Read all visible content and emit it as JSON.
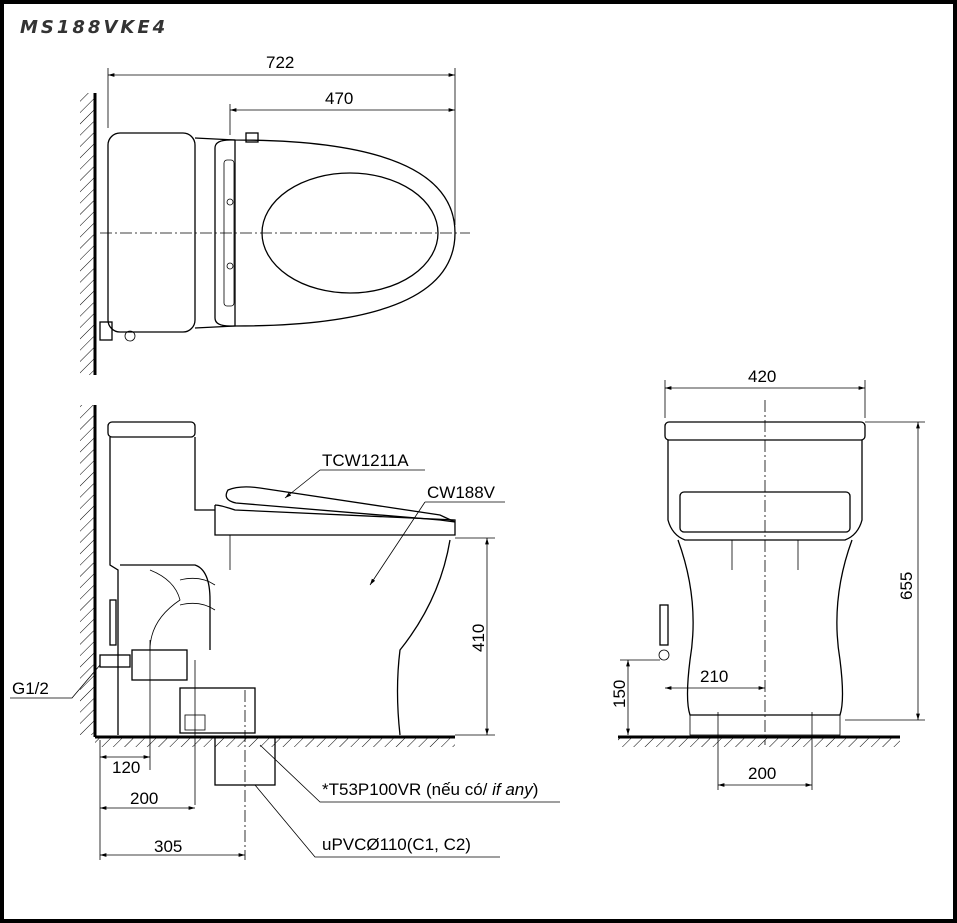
{
  "title": "MS188VKE4",
  "top_view": {
    "dim_total": "722",
    "dim_seat": "470"
  },
  "side_view": {
    "seat_model": "TCW1211A",
    "bowl_model": "CW188V",
    "inlet": "G1/2",
    "dim_height": "410",
    "dim_120": "120",
    "dim_200": "200",
    "dim_305": "305",
    "adapter_note_prefix": "*T53P100VR (nếu có/ ",
    "adapter_note_italic": "if any",
    "adapter_note_suffix": ")",
    "pipe_note": "uPVCØ110(C1, C2)"
  },
  "front_view": {
    "dim_width": "420",
    "dim_height": "655",
    "dim_inlet_height": "150",
    "dim_inlet_offset": "210",
    "dim_bolts": "200"
  }
}
